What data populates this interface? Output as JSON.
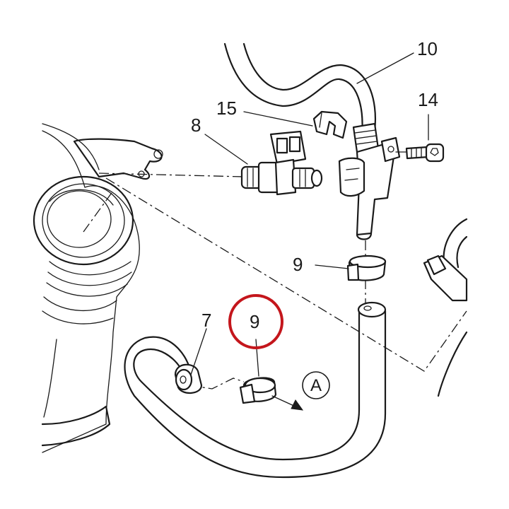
{
  "colors": {
    "line": "#1a1a1a",
    "highlight": "#c4161c",
    "background": "#ffffff"
  },
  "callouts": {
    "c7": "7",
    "c8": "8",
    "c9_upper": "9",
    "c9_lower": "9",
    "c10": "10",
    "c14": "14",
    "c15": "15"
  },
  "view_marker": "A",
  "highlighted_callout": "9"
}
